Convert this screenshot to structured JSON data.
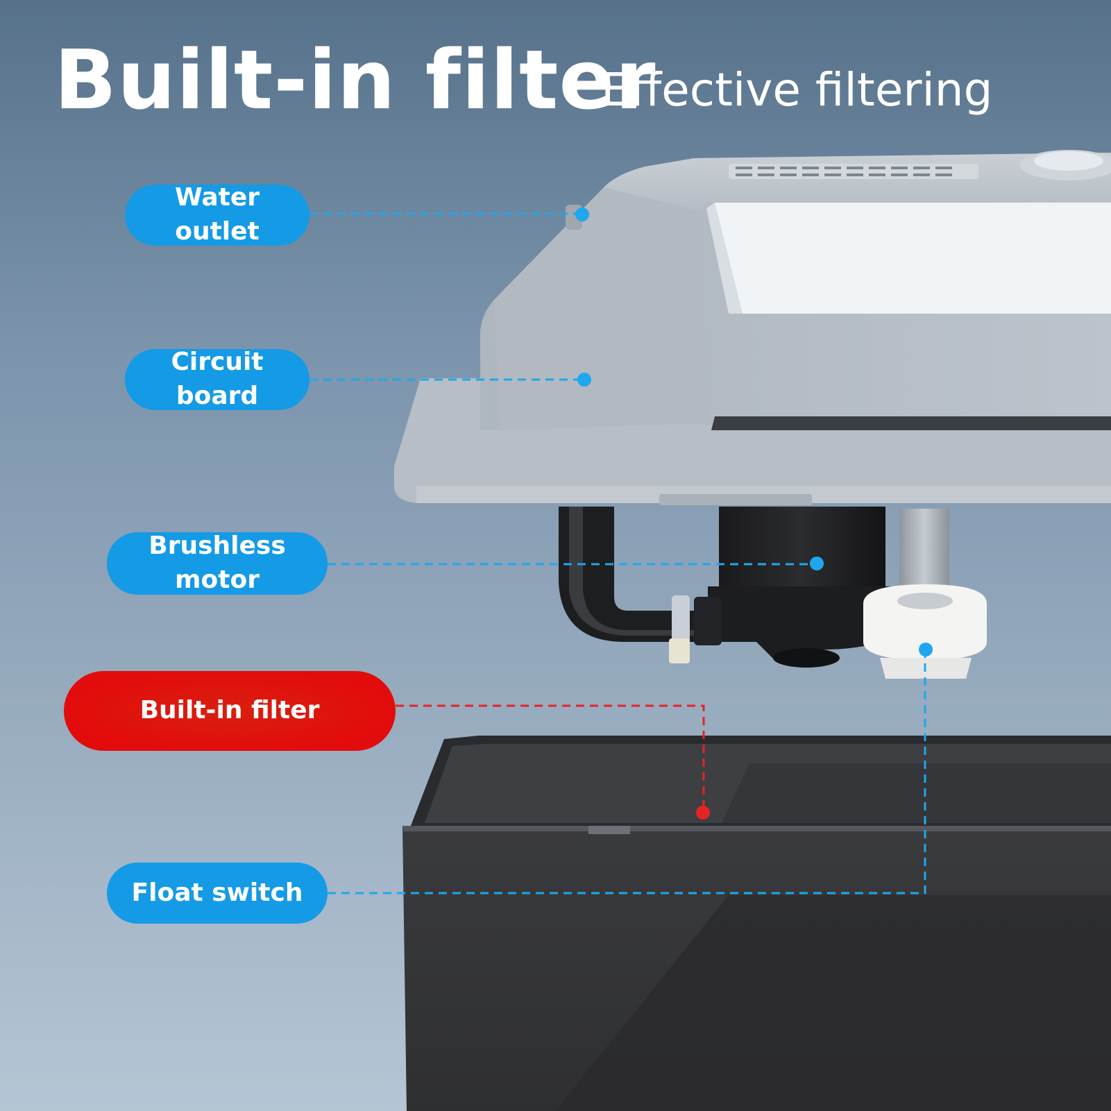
{
  "header": {
    "title": "Built-in filter",
    "subtitle": "Effective filtering"
  },
  "callouts": {
    "water_outlet": "Water outlet",
    "circuit_board": "Circuit board",
    "brushless_motor": "Brushless motor",
    "built_in_filter": "Built-in filter",
    "float_switch": "Float switch"
  },
  "colors": {
    "callout_blue": "#159ae6",
    "callout_red": "#e30b0b",
    "leader_blue": "#1ea7ee",
    "leader_red": "#e52424",
    "background_top": "#56718a",
    "background_bottom": "#b5c5d4"
  }
}
